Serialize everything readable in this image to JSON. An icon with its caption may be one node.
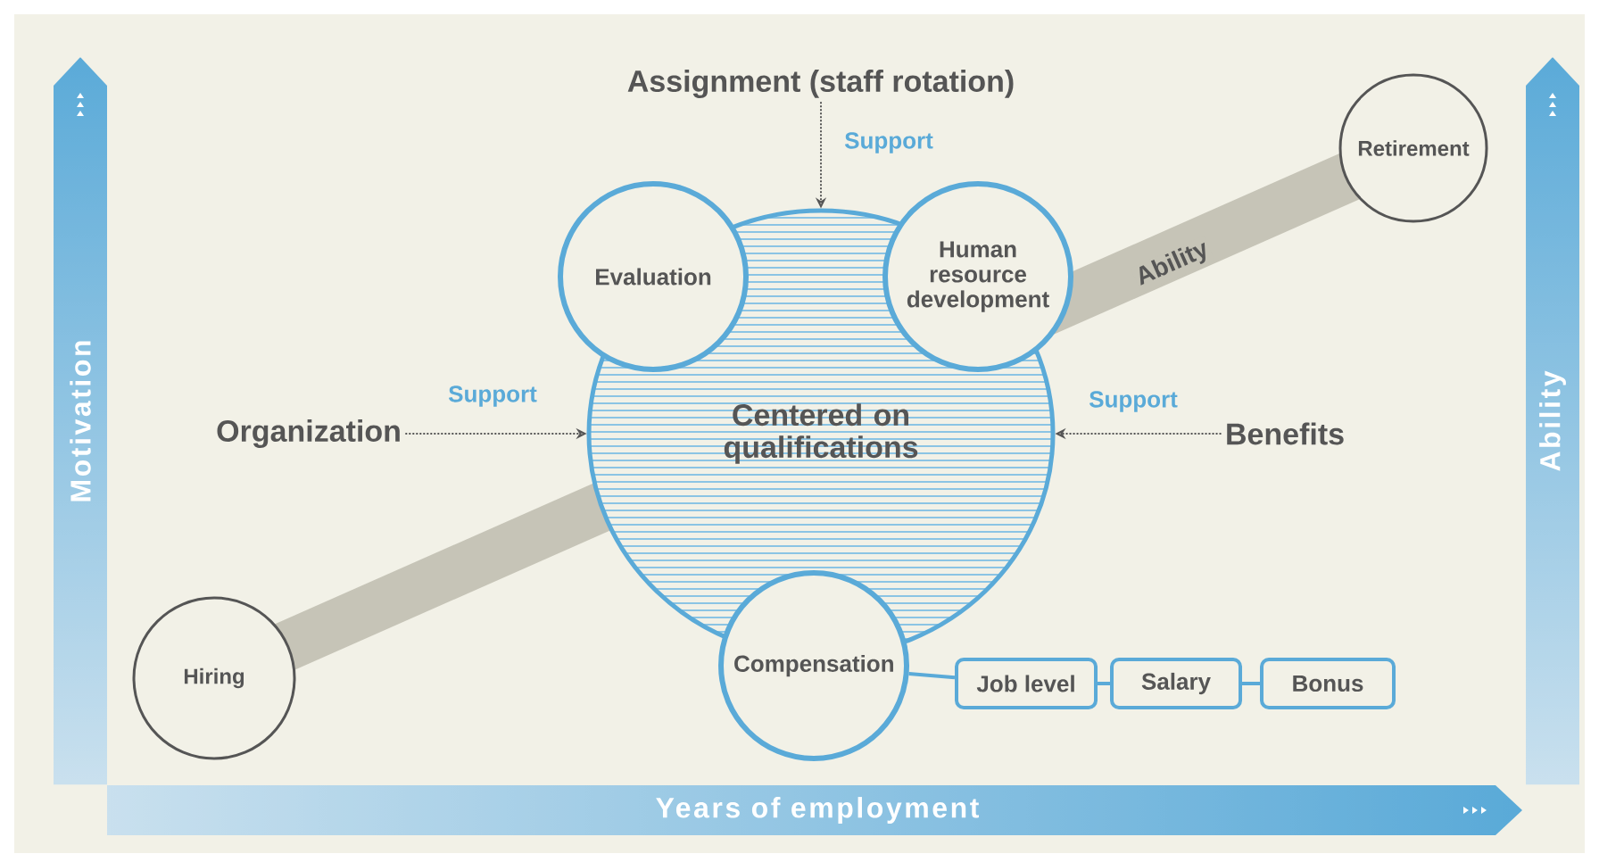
{
  "diagram": {
    "nodes": [
      {
        "text": [
          "**Assignment** (staff rotation)"
        ]
      },
      {
        "text": [
          "Organization"
        ]
      },
      {
        "text": [
          "Benefits"
        ]
      },
      {
        "text": [
          "Centered on qualifications"
        ]
      },
      {
        "text": [
          "Evaluation"
        ]
      },
      {
        "text": [
          "Human resource development"
        ]
      },
      {
        "text": [
          "Compensation"
        ]
      },
      {
        "text": [
          "Job level"
        ]
      },
      {
        "text": [
          "Salary"
        ]
      },
      {
        "text": [
          "Bonus"
        ]
      },
      {
        "text": [
          "Hiring"
        ]
      },
      {
        "text": [
          "Retirement"
        ]
      }
    ],
    "edges": [
      {
        "from": 0,
        "to": 3,
        "arrow": "to",
        "label": "Support",
        "style": "dashed",
        "color": "#555555"
      },
      {
        "from": 1,
        "to": 3,
        "arrow": "to",
        "label": "Support",
        "style": "dashed",
        "color": "#555555"
      },
      {
        "from": 2,
        "to": 3,
        "arrow": "to",
        "label": "Support",
        "style": "dashed",
        "color": "#555555"
      },
      {
        "from": 6,
        "to": 7,
        "arrow": "none",
        "color": "#5aaad8"
      },
      {
        "from": 7,
        "to": 8,
        "arrow": "none",
        "color": "#5aaad8"
      },
      {
        "from": 8,
        "to": 9,
        "arrow": "none",
        "color": "#5aaad8"
      }
    ],
    "labels": [
      "Motivation",
      "Ability",
      "Years of employment",
      "Ability"
    ]
  }
}
